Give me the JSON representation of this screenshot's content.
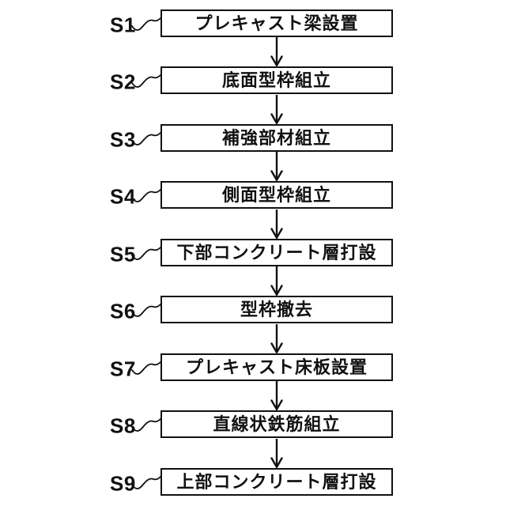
{
  "figure": {
    "kind": "process-flowchart",
    "direction": "top-to-bottom"
  },
  "steps": [
    {
      "id": "S1",
      "text": "プレキャスト梁設置"
    },
    {
      "id": "S2",
      "text": "底面型枠組立"
    },
    {
      "id": "S3",
      "text": "補強部材組立"
    },
    {
      "id": "S4",
      "text": "側面型枠組立"
    },
    {
      "id": "S5",
      "text": "下部コンクリート層打設"
    },
    {
      "id": "S6",
      "text": "型枠撤去"
    },
    {
      "id": "S7",
      "text": "プレキャスト床板設置"
    },
    {
      "id": "S8",
      "text": "直線状鉄筋組立"
    },
    {
      "id": "S9",
      "text": "上部コンクリート層打設"
    }
  ],
  "colors": {
    "line": "#111111",
    "background": "#ffffff",
    "box_fill": "#ffffff"
  }
}
